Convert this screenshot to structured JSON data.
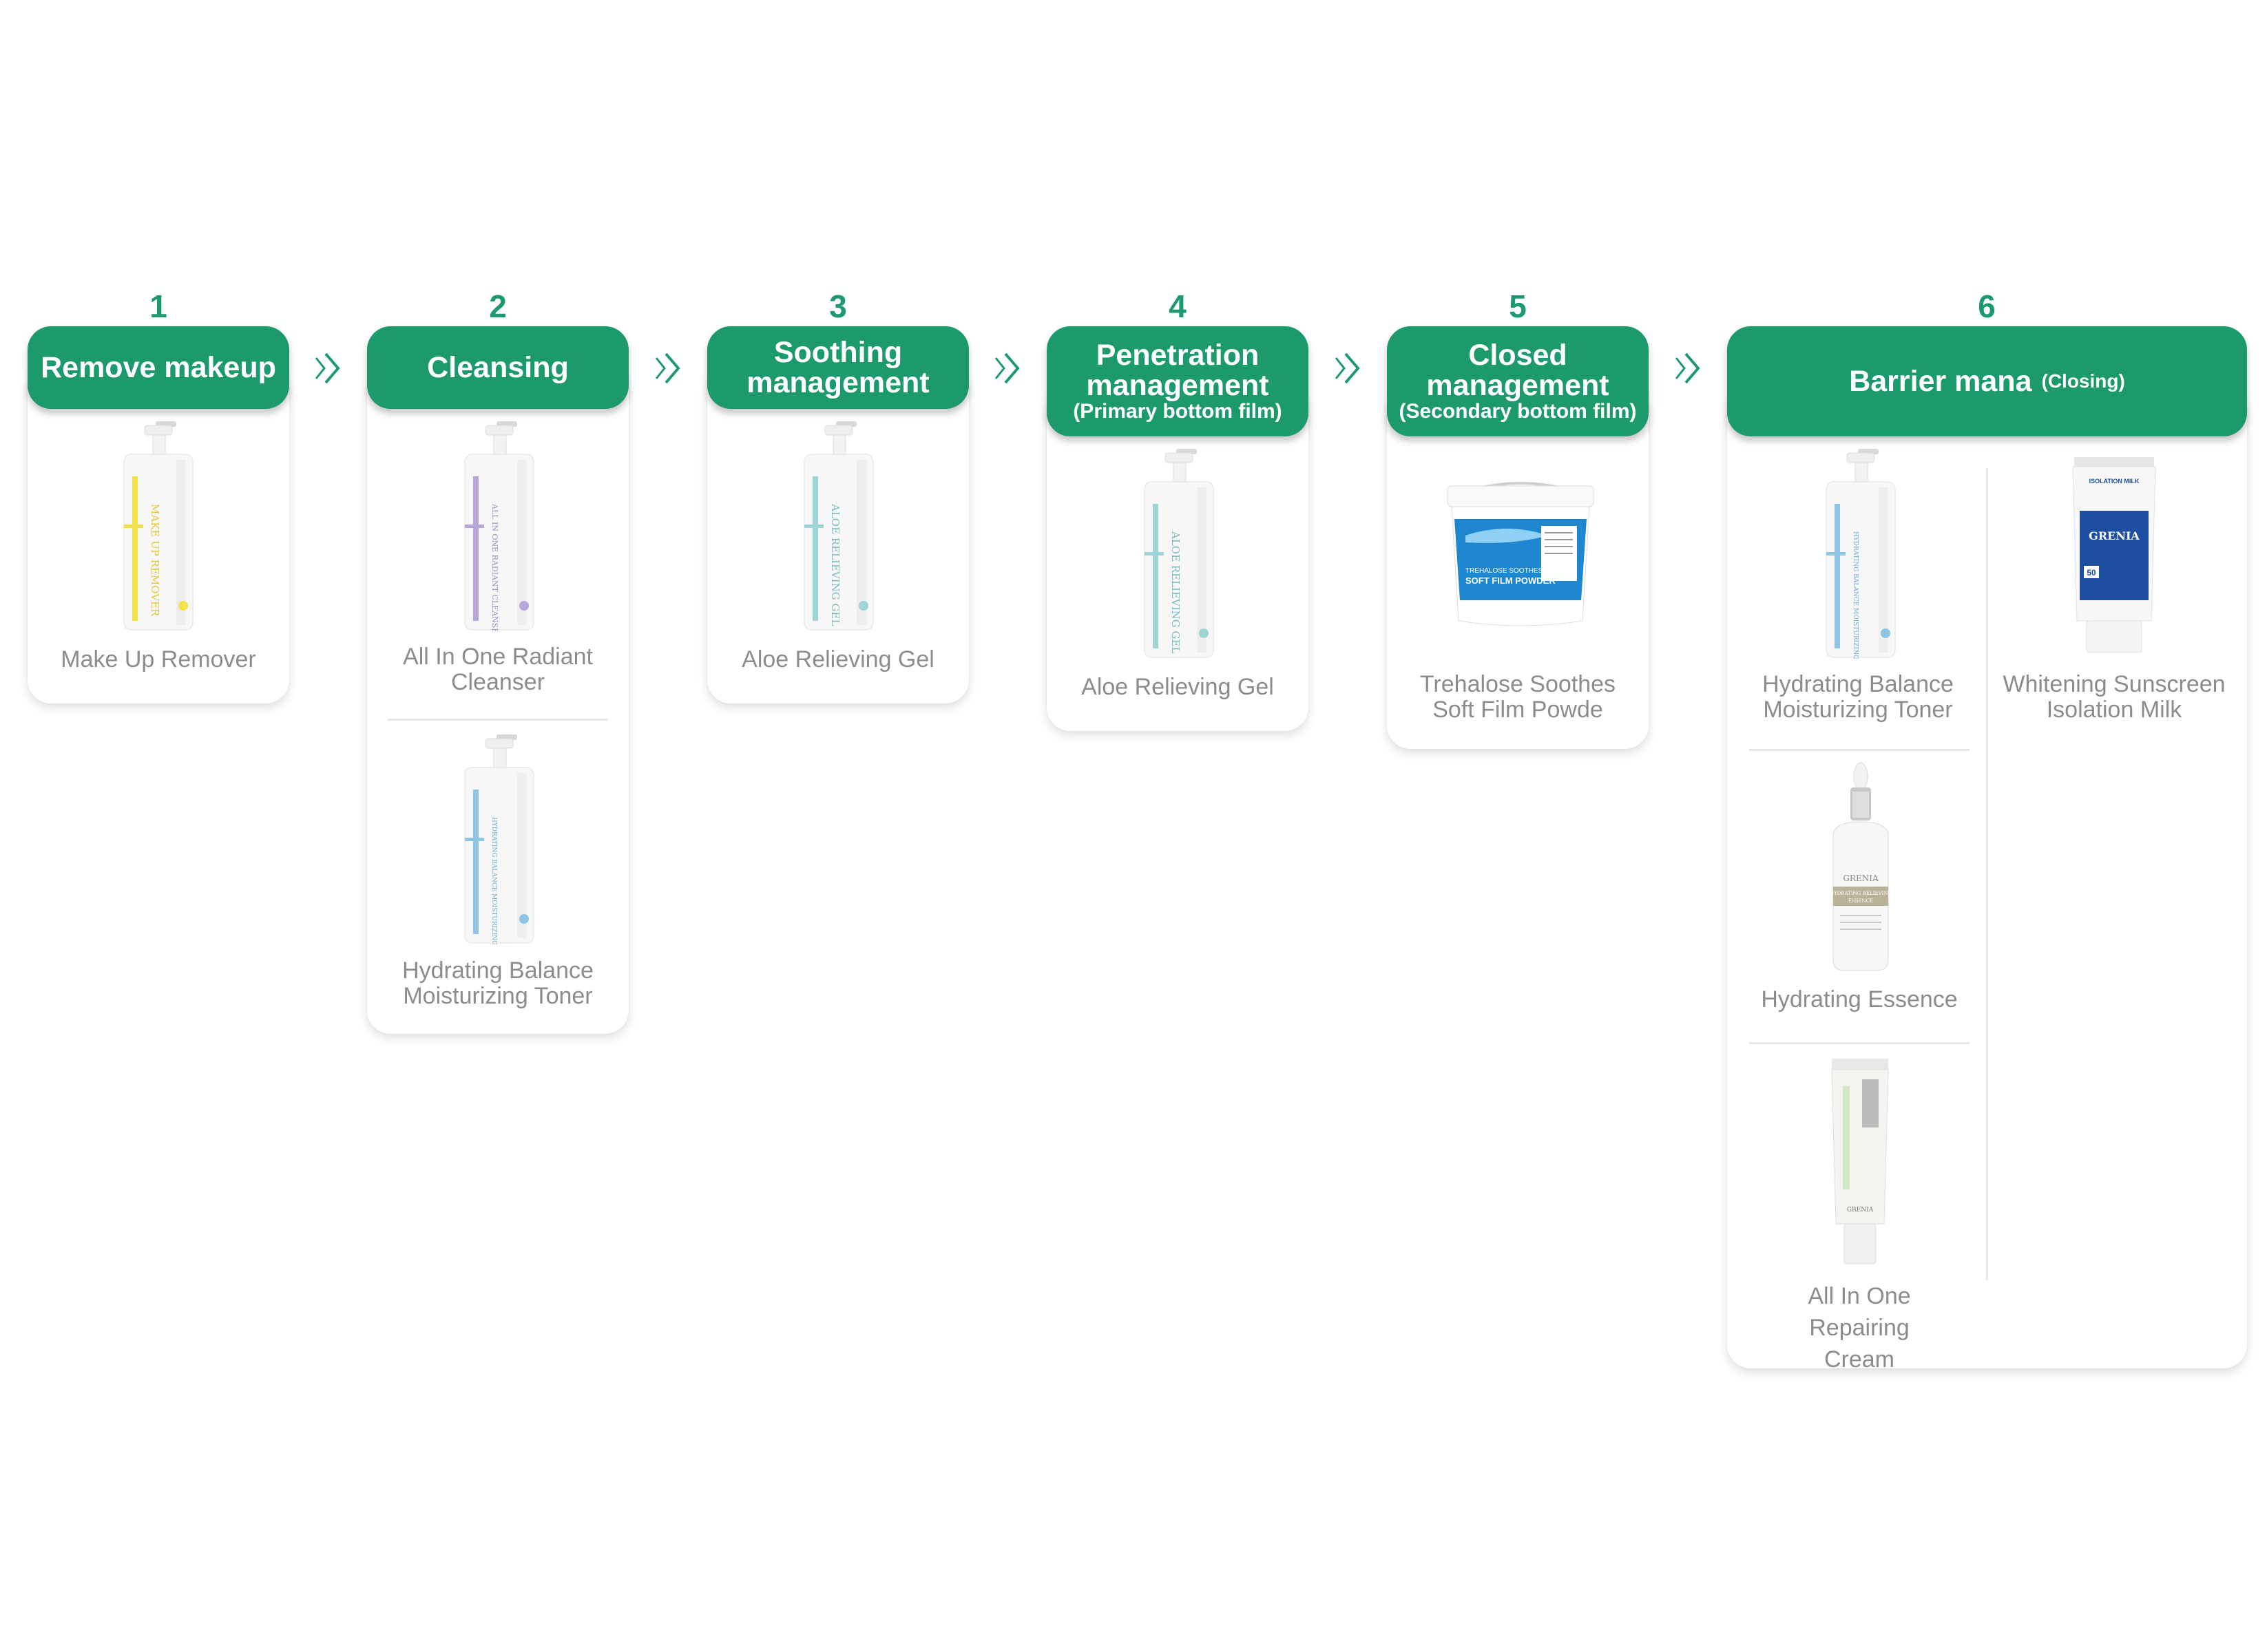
{
  "colors": {
    "accent": "#1c9a6b",
    "label": "#8c8c8c"
  },
  "steps": [
    {
      "number": "1",
      "title": "Remove makeup",
      "subtitle": "",
      "products": [
        {
          "name": "Make Up Remover",
          "icon": "pump-bottle-yellow"
        }
      ]
    },
    {
      "number": "2",
      "title": "Cleansing",
      "subtitle": "",
      "products": [
        {
          "name": "All In One Radiant Cleanser",
          "icon": "pump-bottle-purple"
        },
        {
          "name": "Hydrating Balance Moisturizing Toner",
          "icon": "pump-bottle-blue"
        }
      ]
    },
    {
      "number": "3",
      "title": "Soothing management",
      "subtitle": "",
      "products": [
        {
          "name": "Aloe Relieving Gel",
          "icon": "pump-bottle-teal"
        }
      ]
    },
    {
      "number": "4",
      "title": "Penetration management",
      "subtitle": "(Primary bottom film)",
      "products": [
        {
          "name": "Aloe Relieving Gel",
          "icon": "pump-bottle-teal"
        }
      ]
    },
    {
      "number": "5",
      "title": "Closed management",
      "subtitle": "(Secondary bottom film)",
      "products": [
        {
          "name": "Trehalose Soothes Soft Film Powde",
          "icon": "powder-bucket"
        }
      ]
    },
    {
      "number": "6",
      "title": "Barrier mana",
      "subtitle": "(Closing)",
      "products": [
        {
          "name": "Hydrating Balance Moisturizing Toner",
          "icon": "pump-bottle-blue"
        },
        {
          "name": "Whitening Sunscreen Isolation Milk",
          "icon": "sunscreen-tube"
        },
        {
          "name": "Hydrating Essence",
          "icon": "dropper-bottle"
        },
        {
          "name": "All In One Repairing Cream",
          "icon": "cream-tube"
        }
      ]
    }
  ],
  "product_text": {
    "makeup_remover": "MAKE UP REMOVER",
    "radiant_cleanser": "ALL IN ONE RADIANT CLEANSER",
    "aloe_gel": "ALOE RELIEVING GEL",
    "toner": "HYDRATING BALANCE MOISTURIZING TONER",
    "powder_top": "TREHALOSE SOOTHES",
    "powder_main": "SOFT FILM POWDER",
    "sunscreen_top": "ISOLATION MILK",
    "sunscreen_brand": "GRENIA",
    "sunscreen_spf": "50",
    "essence_brand": "GRENIA",
    "essence_label1": "HYDRATING RELIEVING",
    "essence_label2": "ESSENCE",
    "cream_brand": "GRENIA"
  }
}
